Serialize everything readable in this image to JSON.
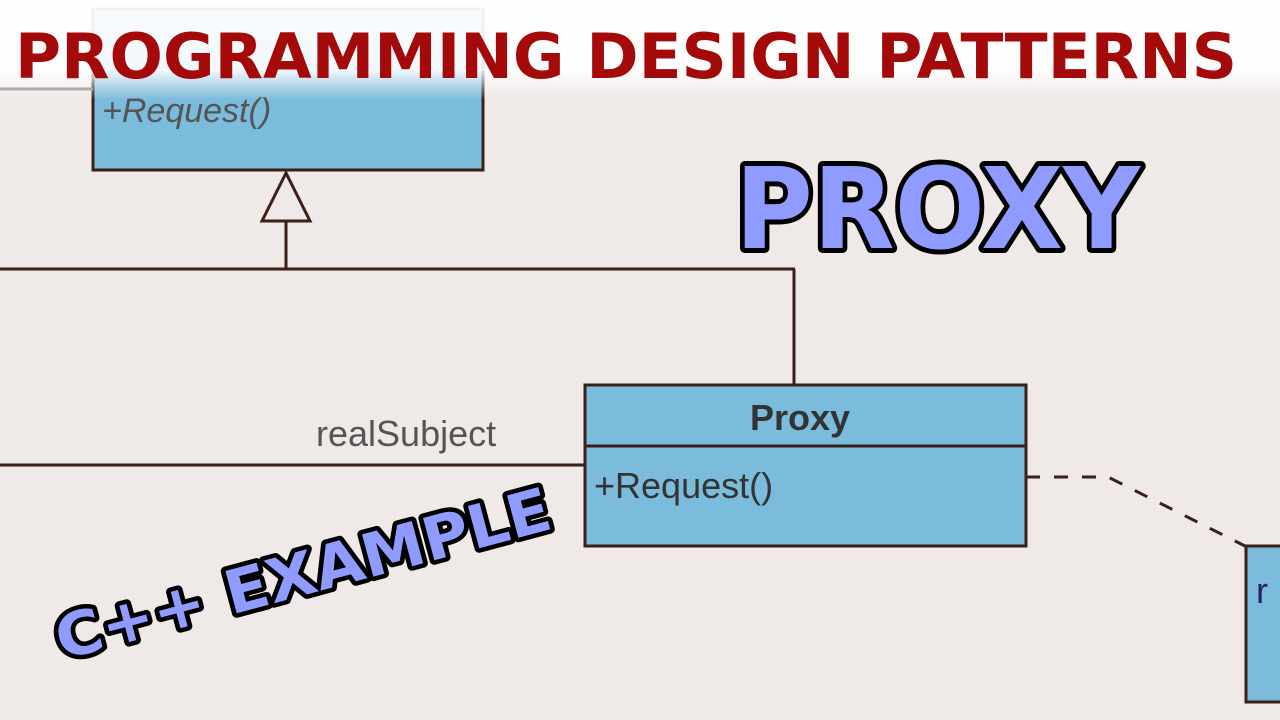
{
  "title": "PROGRAMMING DESIGN PATTERNS",
  "pattern_name": "PROXY",
  "subtitle": "C++ EXAMPLE",
  "diagram": {
    "subject": {
      "operation": "+Request()"
    },
    "proxy": {
      "name": "Proxy",
      "operation": "+Request()"
    },
    "association_label": "realSubject",
    "partial_box_text": "r"
  },
  "colors": {
    "background": "#efe9e8",
    "title": "#a50a0a",
    "class_fill": "#7bbbdc",
    "line": "#3a2016",
    "pattern_text": "#8f9bff"
  }
}
